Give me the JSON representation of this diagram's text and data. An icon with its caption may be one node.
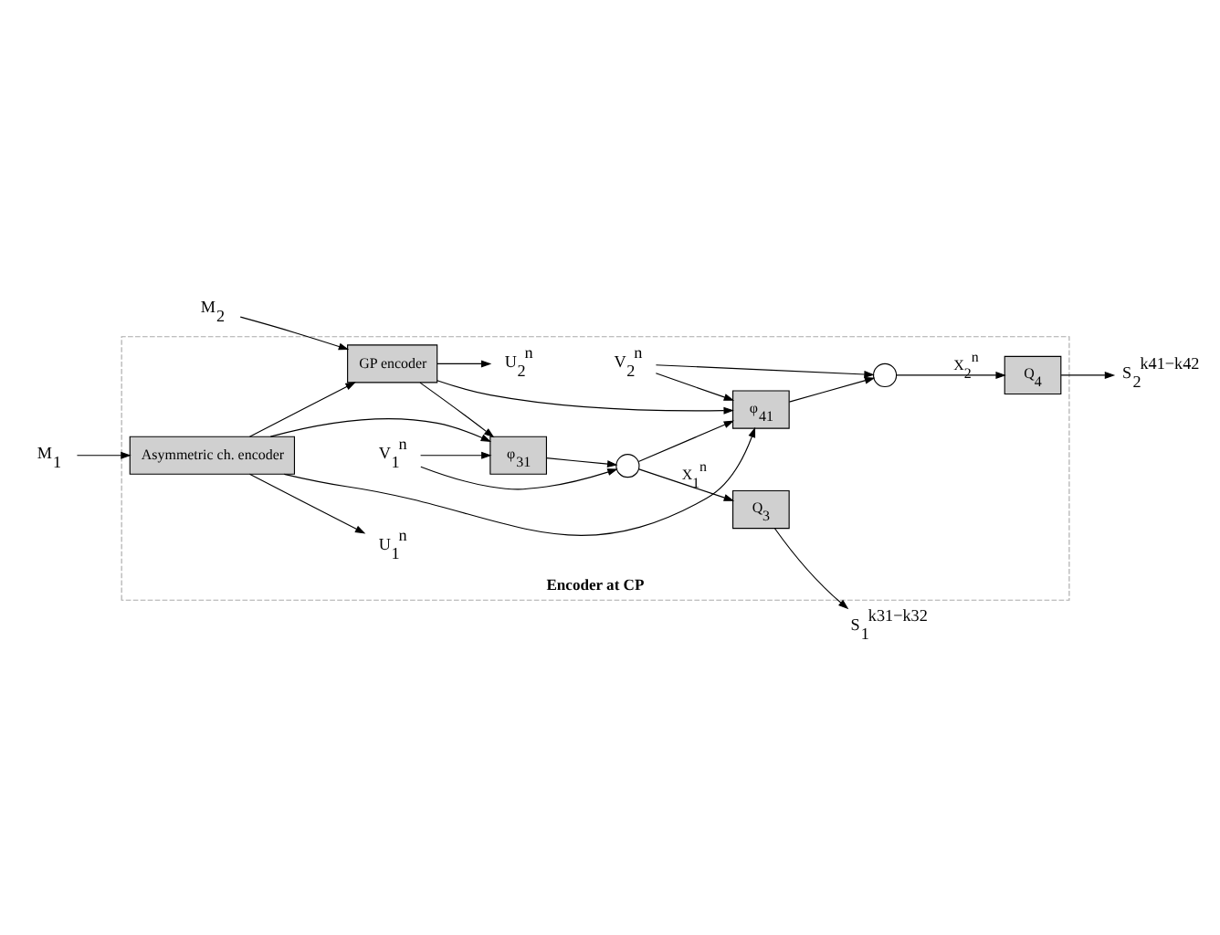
{
  "diagram": {
    "nodes": [
      {
        "text": [
          "Encoder at CP"
        ]
      },
      {
        "text": [
          "M$_{1}$"
        ]
      },
      {
        "text": [
          "Asymmetric ch. encoder"
        ],
        "in": 0
      },
      {
        "text": [
          "U$_{1}$$^{n}$"
        ],
        "in": 0
      },
      {
        "text": [
          "M$_{2}$"
        ]
      },
      {
        "text": [
          "GP encoder"
        ],
        "in": 0
      },
      {
        "text": [
          "U$_{2}$$^{n}$"
        ],
        "in": 0
      },
      {
        "text": [
          "V$_{1}$$^{n}$"
        ],
        "in": 0
      },
      {
        "text": [
          "φ$_{31}$"
        ],
        "in": 0
      },
      {
        "text": [],
        "shape": "circle",
        "in": 0
      },
      {
        "text": [
          "Q$_{3}$"
        ],
        "in": 0
      },
      {
        "text": [
          "S$_{1}$$^{k31−k32}$"
        ]
      },
      {
        "text": [
          "V$_{2}$$^{n}$"
        ],
        "in": 0
      },
      {
        "text": [
          "φ$_{41}$"
        ],
        "in": 0
      },
      {
        "text": [],
        "shape": "circle",
        "in": 0
      },
      {
        "text": [
          "Q$_{4}$"
        ],
        "in": 0
      },
      {
        "text": [
          "S$_{2}$$^{k41−k42}$"
        ]
      }
    ],
    "edges": [
      {
        "from": 1,
        "to": 2,
        "arrow": "to"
      },
      {
        "from": 2,
        "to": 3,
        "arrow": "to"
      },
      {
        "from": 2,
        "to": 5,
        "arrow": "to"
      },
      {
        "from": 4,
        "to": 5,
        "arrow": "to"
      },
      {
        "from": 5,
        "to": 6,
        "arrow": "to"
      },
      {
        "from": 2,
        "to": 8,
        "arrow": "to"
      },
      {
        "from": 5,
        "to": 8,
        "arrow": "to"
      },
      {
        "from": 7,
        "to": 8,
        "arrow": "to"
      },
      {
        "from": 7,
        "to": 9,
        "arrow": "to"
      },
      {
        "from": 8,
        "to": 9,
        "arrow": "to"
      },
      {
        "from": 9,
        "to": 10,
        "label": "X$_{1}$$^{n}$",
        "arrow": "to"
      },
      {
        "from": 10,
        "to": 11,
        "arrow": "to"
      },
      {
        "from": 9,
        "to": 13,
        "arrow": "to"
      },
      {
        "from": 2,
        "to": 13,
        "arrow": "to"
      },
      {
        "from": 5,
        "to": 13,
        "arrow": "to"
      },
      {
        "from": 12,
        "to": 13,
        "arrow": "to"
      },
      {
        "from": 12,
        "to": 14,
        "arrow": "to"
      },
      {
        "from": 13,
        "to": 14,
        "arrow": "to"
      },
      {
        "from": 14,
        "to": 15,
        "label": "X$_{2}$$^{n}$",
        "arrow": "to"
      },
      {
        "from": 15,
        "to": 16,
        "arrow": "to"
      }
    ]
  }
}
